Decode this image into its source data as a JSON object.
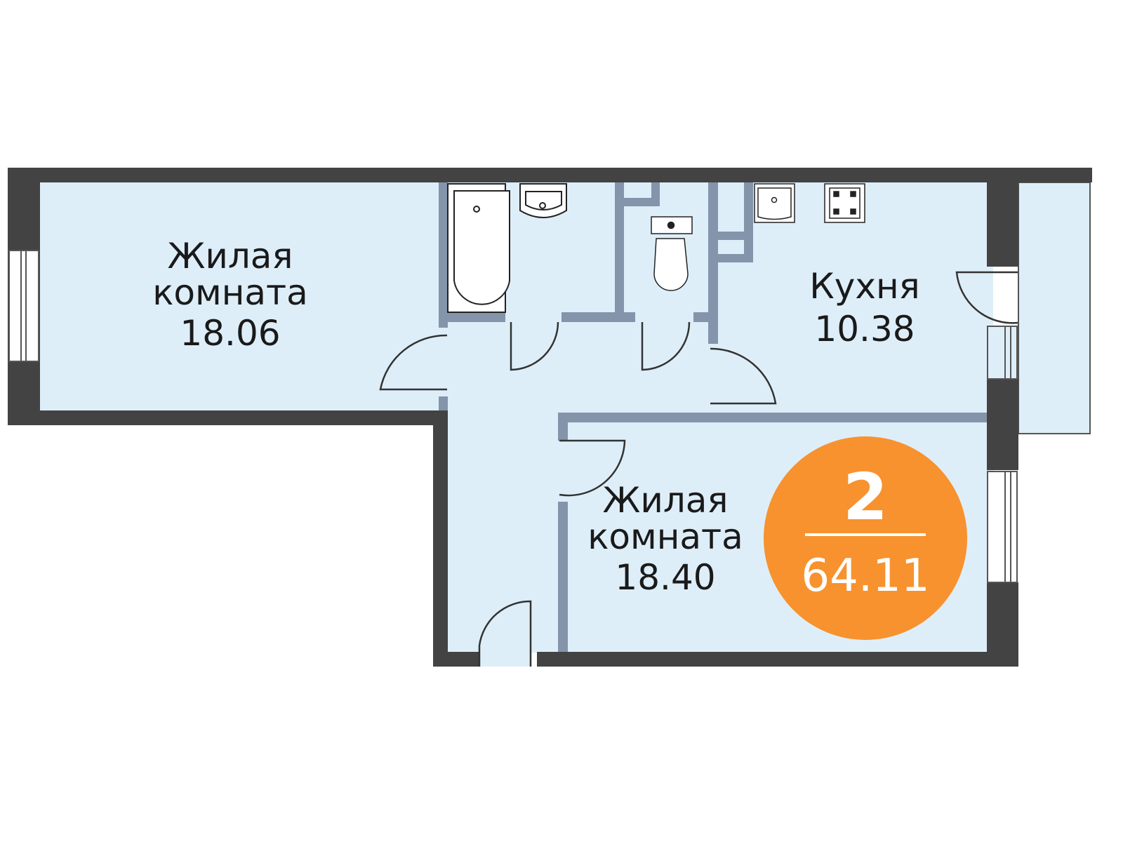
{
  "plan": {
    "rooms": [
      {
        "name": "Жилая",
        "name2": "комната",
        "area": "18.06"
      },
      {
        "name": "Кухня",
        "area": "10.38"
      },
      {
        "name": "Жилая",
        "name2": "комната",
        "area": "18.40"
      }
    ],
    "badge": {
      "rooms_count": "2",
      "total_area": "64.11"
    }
  },
  "colors": {
    "floor": "#deeef9",
    "outer_wall": "#434343",
    "inner_wall": "#8494ab",
    "badge": "#f7922f"
  }
}
